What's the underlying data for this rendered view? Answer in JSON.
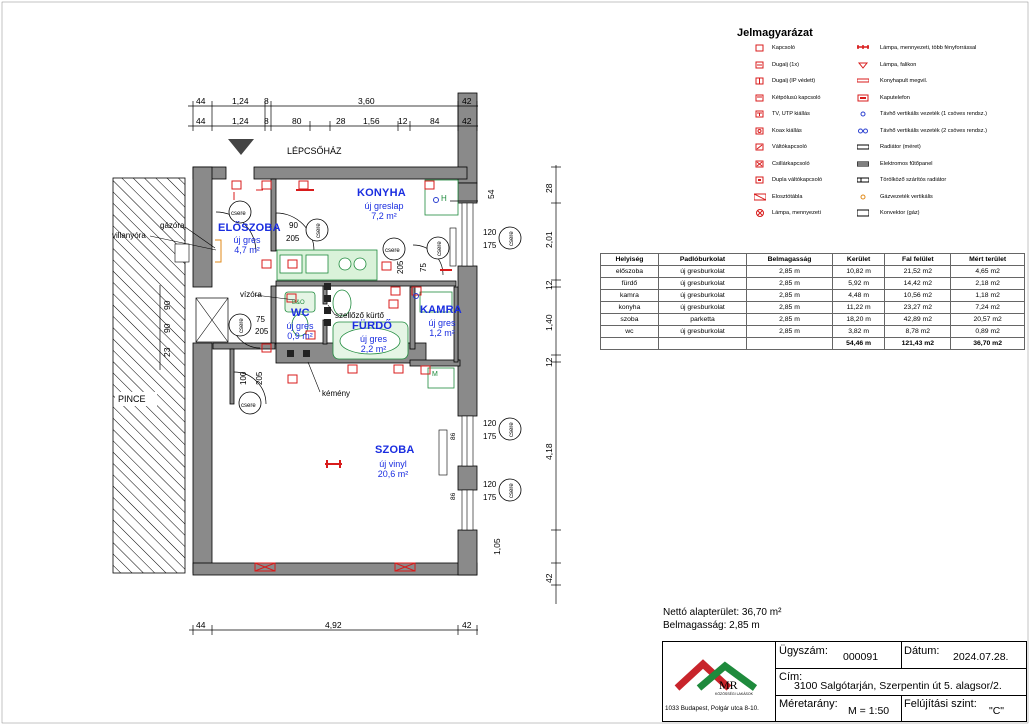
{
  "legend": {
    "title": "Jelmagyarázat",
    "left": [
      {
        "label": "Kapcsoló",
        "icon": "switch-icon"
      },
      {
        "label": "Dugalj (1x)",
        "icon": "socket-icon"
      },
      {
        "label": "Dugalj (IP védett)",
        "icon": "socket-ip-icon"
      },
      {
        "label": "Kétpólusú kapcsoló",
        "icon": "double-switch-icon"
      },
      {
        "label": "TV, UTP kiállás",
        "icon": "tv-icon"
      },
      {
        "label": "Koax kiállás",
        "icon": "coax-icon"
      },
      {
        "label": "Váltókapcsoló",
        "icon": "changeover-switch-icon"
      },
      {
        "label": "Csillárkapcsoló",
        "icon": "chandelier-switch-icon"
      },
      {
        "label": "Dupla váltókapcsoló",
        "icon": "double-changeover-icon"
      },
      {
        "label": "Elosztótábla",
        "icon": "distribution-board-icon"
      },
      {
        "label": "Lámpa, mennyezeti",
        "icon": "ceiling-lamp-icon"
      }
    ],
    "right": [
      {
        "label": "Lámpa, mennyezeti, több fényforrással",
        "icon": "multi-lamp-icon"
      },
      {
        "label": "Lámpa, falikon",
        "icon": "wall-lamp-icon"
      },
      {
        "label": "Konyhapult megvil.",
        "icon": "counter-light-icon"
      },
      {
        "label": "Kaputelefon",
        "icon": "intercom-icon"
      },
      {
        "label": "Távhő vertikális vezeték (1 csöves rendsz.)",
        "icon": "single-pipe-icon"
      },
      {
        "label": "Távhő vertikális vezeték (2 csöves rendsz.)",
        "icon": "double-pipe-icon"
      },
      {
        "label": "Radiátor (méret)",
        "icon": "radiator-icon"
      },
      {
        "label": "Elektromos fűtőpanel",
        "icon": "heating-panel-icon"
      },
      {
        "label": "Törölköző szárítós radiátor",
        "icon": "towel-radiator-icon"
      },
      {
        "label": "Gázvezeték vertikális",
        "icon": "gas-pipe-icon"
      },
      {
        "label": "Konvektor (gáz)",
        "icon": "convector-icon"
      }
    ],
    "colors": {
      "symbol": "#d81b1b",
      "pipe": "#2a3fd0",
      "gas": "#e08a1a"
    }
  },
  "table": {
    "headers": [
      "Helyiség",
      "Padlóburkolat",
      "Belmagasság",
      "Kerület",
      "Fal felület",
      "Mért terület"
    ],
    "rows": [
      [
        "előszoba",
        "új gresburkolat",
        "2,85 m",
        "10,82 m",
        "21,52 m2",
        "4,65 m2"
      ],
      [
        "fürdő",
        "új gresburkolat",
        "2,85 m",
        "5,92 m",
        "14,42 m2",
        "2,18 m2"
      ],
      [
        "kamra",
        "új gresburkolat",
        "2,85 m",
        "4,48 m",
        "10,56 m2",
        "1,18 m2"
      ],
      [
        "konyha",
        "új gresburkolat",
        "2,85 m",
        "11,22 m",
        "23,27 m2",
        "7,24 m2"
      ],
      [
        "szoba",
        "parketta",
        "2,85 m",
        "18,20 m",
        "42,89 m2",
        "20,57 m2"
      ],
      [
        "wc",
        "új gresburkolat",
        "2,85 m",
        "3,82 m",
        "8,78 m2",
        "0,89 m2"
      ]
    ],
    "totals": [
      "",
      "",
      "",
      "54,46 m",
      "121,43 m2",
      "36,70 m2"
    ]
  },
  "summary": {
    "net_area": "Nettó alapterület: 36,70 m²",
    "ceiling": "Belmagasság: 2,85 m"
  },
  "titleblock": {
    "logo_text": "MR",
    "logo_sub": "KÖZÖSSÉGI LAKÁSOK",
    "address_office": "1033 Budapest, Polgár utca 8-10.",
    "case_label": "Ügyszám:",
    "case_value": "000091",
    "date_label": "Dátum:",
    "date_value": "2024.07.28.",
    "address_label": "Cím:",
    "address_value": "3100 Salgótarján, Szerpentin út 5.  alagsor/2.",
    "scale_label": "Méretarány:",
    "scale_value": "M = 1:50",
    "level_label": "Felújítási szint:",
    "level_value": "\"C\"",
    "logo_colors": {
      "red": "#c8242b",
      "green": "#1e8a3c"
    }
  },
  "plan": {
    "rooms": [
      {
        "name": "KONYHA",
        "floor": "új greslap",
        "area": "7,2 m²"
      },
      {
        "name": "ELŐSZOBA",
        "floor": "új gres",
        "area": "4,7 m²"
      },
      {
        "name": "WC",
        "floor": "új gres",
        "area": "0,9 m²"
      },
      {
        "name": "FÜRDŐ",
        "floor": "új gres",
        "area": "2,2 m²"
      },
      {
        "name": "KAMRA",
        "floor": "új gres",
        "area": "1,2 m²"
      },
      {
        "name": "SZOBA",
        "floor": "új vinyl",
        "area": "20,6 m²"
      }
    ],
    "labels": {
      "stairwell": "LÉPCSŐHÁZ",
      "gas_meter": "gázóra",
      "electric_meter": "villanyóra",
      "water_meter": "vízóra",
      "vent": "szellőző kürtő",
      "chimney": "kémény",
      "cellar": "PINCE",
      "fan": "csere",
      "hood": "H",
      "boiler": "B&O",
      "m": "M",
      "pm": "pm 86"
    },
    "dims_top1": [
      "44",
      "1,24",
      "8",
      "3,60",
      "42"
    ],
    "dims_top2": [
      "44",
      "1,24",
      "8",
      "80",
      "28",
      "1,56",
      "12",
      "84",
      "42"
    ],
    "dims_right": [
      "28",
      "54",
      "2,01",
      "12",
      "1,40",
      "12",
      "4,18",
      "1,05",
      "42"
    ],
    "dims_bottom": [
      "44",
      "4,92",
      "42"
    ],
    "dims_left": [
      "90",
      "90",
      "23"
    ],
    "door_dims": [
      "90",
      "205",
      "75",
      "205",
      "100",
      "205",
      "75",
      "205",
      "120",
      "175",
      "120",
      "175",
      "120",
      "175",
      "86",
      "86"
    ]
  }
}
